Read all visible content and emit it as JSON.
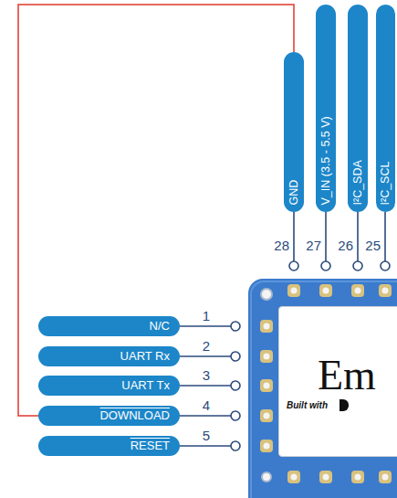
{
  "diagram": {
    "nodes": [
      {
        "text": [
          "GND"
        ]
      },
      {
        "text": [
          "V_IN (3.5 - 5.5 V)"
        ]
      },
      {
        "text": [
          "I²C_SDA"
        ]
      },
      {
        "text": [
          "I²C_SCL"
        ]
      },
      {
        "text": [
          "N/C"
        ]
      },
      {
        "text": [
          "UART Rx"
        ]
      },
      {
        "text": [
          "UART Tx"
        ]
      },
      {
        "text": [
          "DOWNLOAD"
        ]
      },
      {
        "text": [
          "RESET"
        ]
      },
      {
        "text": [
          "Em",
          "Built with"
        ]
      }
    ],
    "edges": [
      {
        "from": 0,
        "to": 7,
        "arrow": "none"
      }
    ],
    "labels": [
      "28",
      "27",
      "26",
      "25",
      "1",
      "2",
      "3",
      "4",
      "5"
    ]
  }
}
